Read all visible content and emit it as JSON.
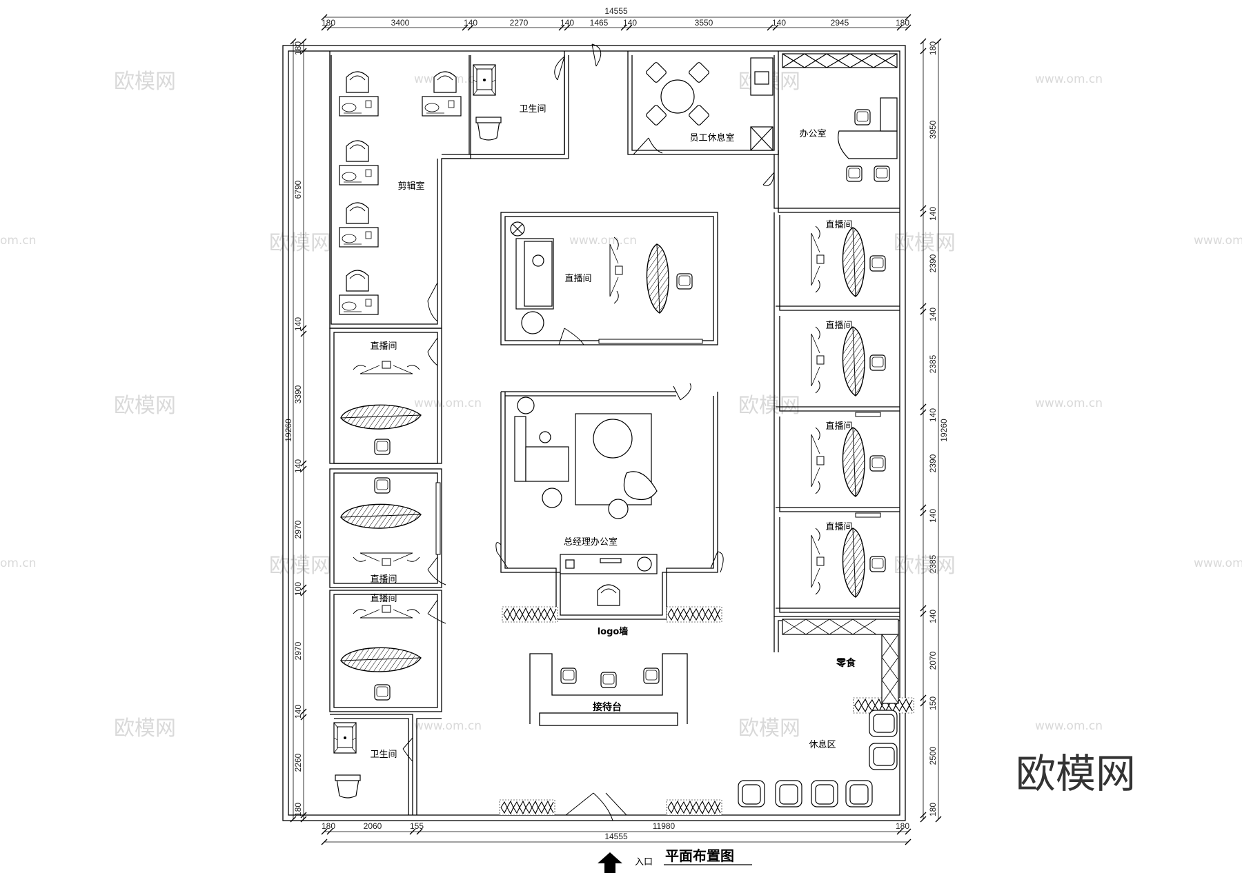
{
  "dimensions": {
    "top_total": "14555",
    "top": [
      "180",
      "3400",
      "140",
      "2270",
      "140",
      "1465",
      "140",
      "3550",
      "140",
      "2945",
      "180"
    ],
    "bottom_total": "14555",
    "bottom": [
      "180",
      "2060",
      "155",
      "11980",
      "180"
    ],
    "left_total": "19260",
    "left": [
      "180",
      "6790",
      "140",
      "3390",
      "140",
      "2970",
      "100",
      "2970",
      "140",
      "2260",
      "180"
    ],
    "right_total": "19260",
    "right": [
      "180",
      "3950",
      "140",
      "2390",
      "140",
      "2385",
      "140",
      "2390",
      "140",
      "2385",
      "140",
      "2070",
      "150",
      "2500",
      "180"
    ]
  },
  "rooms": {
    "editing": "剪辑室",
    "wc_top": "卫生间",
    "staff_lounge": "员工休息室",
    "office": "办公室",
    "live_center": "直播间",
    "gm_office": "总经理办公室",
    "logo_wall": "logo墙",
    "reception": "接待台",
    "snack": "零食",
    "rest_area": "休息区",
    "wc_bottom": "卫生间",
    "live_left_1": "直播间",
    "live_left_2": "直播间",
    "live_left_3": "直播间",
    "live_right_1": "直播间",
    "live_right_2": "直播间",
    "live_right_3": "直播间",
    "live_right_4": "直播间"
  },
  "entrance": "入口",
  "plan_title": "平面布置图",
  "watermark": {
    "text": "欧模网",
    "url": "www.om.cn",
    "url_partial": "om.cn",
    "logo_text": "欧模网"
  }
}
